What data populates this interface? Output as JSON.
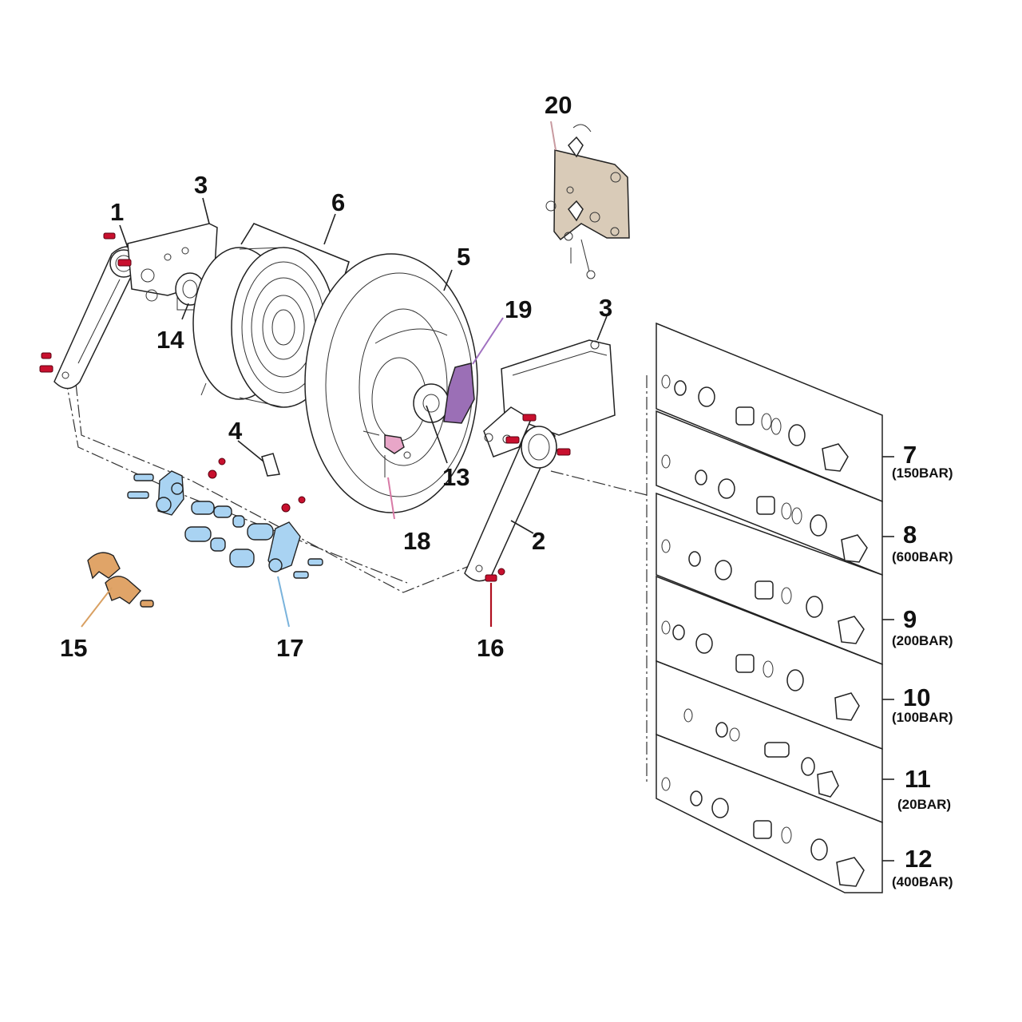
{
  "callouts": {
    "c1": "1",
    "c2": "2",
    "c3a": "3",
    "c3b": "3",
    "c4": "4",
    "c5": "5",
    "c6": "6",
    "c13": "13",
    "c14": "14",
    "c15": "15",
    "c16": "16",
    "c17": "17",
    "c18": "18",
    "c19": "19",
    "c20": "20"
  },
  "kits": [
    {
      "number": "7",
      "pressure": "(150BAR)"
    },
    {
      "number": "8",
      "pressure": "(600BAR)"
    },
    {
      "number": "9",
      "pressure": "(200BAR)"
    },
    {
      "number": "10",
      "pressure": "(100BAR)"
    },
    {
      "number": "11",
      "pressure": "(20BAR)"
    },
    {
      "number": "12",
      "pressure": "(400BAR)"
    }
  ],
  "colors": {
    "fastener_red": "#c8102e",
    "pivot_blue": "#a9d3f2",
    "clamp_orange": "#e0a468",
    "cam_purple": "#9b6fb6",
    "latch_pink": "#e8a6c8",
    "bracket_beige": "#d9cbb8",
    "leader_pink": "#d87aa6",
    "leader_blue": "#7ab3dc",
    "leader_orange": "#d9a062",
    "leader_purple": "#a070c0",
    "leader_red": "#b01020",
    "leader_mauve": "#c89aa0"
  }
}
